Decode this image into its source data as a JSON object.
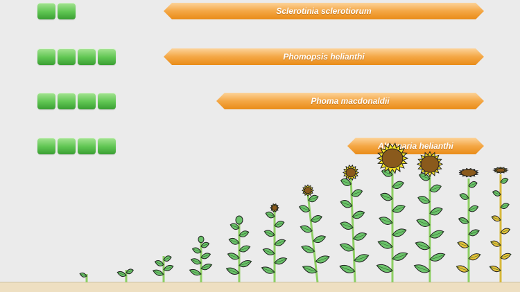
{
  "pathogens": [
    {
      "name": "Sclerotinia sclerotiorum",
      "severity": 2,
      "max_severity": 4
    },
    {
      "name": "Phomopsis helianthi",
      "severity": 4,
      "max_severity": 4
    },
    {
      "name": "Phoma macdonaldii",
      "severity": 4,
      "max_severity": 4
    },
    {
      "name": "Alternaria helianthi",
      "severity": 4,
      "max_severity": 4
    }
  ],
  "colors": {
    "background": "#ebebeb",
    "severity_square": "#5fc552",
    "arrow": "#f4a745",
    "leaf": "#6cc36b",
    "stem": "#8dcf63",
    "flower_ray": "#f6e226",
    "flower_disk": "#8a5a1c",
    "soil": "#eedfc1"
  }
}
